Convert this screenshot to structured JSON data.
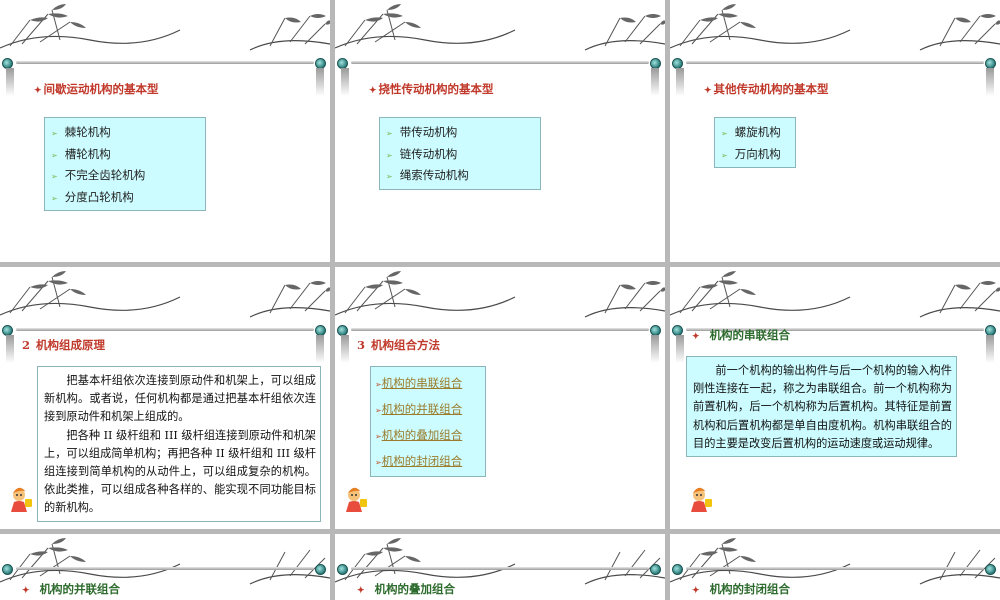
{
  "slides": {
    "s1": {
      "heading": "间歇运动机构的基本型",
      "items": [
        "棘轮机构",
        "槽轮机构",
        "不完全齿轮机构",
        "分度凸轮机构"
      ]
    },
    "s2": {
      "heading": "挠性传动机构的基本型",
      "items": [
        "带传动机构",
        "链传动机构",
        "绳索传动机构"
      ]
    },
    "s3": {
      "heading": "其他传动机构的基本型",
      "items": [
        "螺旋机构",
        "万向机构"
      ]
    },
    "s4": {
      "number": "2",
      "heading": "机构组成原理",
      "paragraphs": [
        "把基本杆组依次连接到原动件和机架上，可以组成新机构。或者说，任何机构都是通过把基本杆组依次连接到原动件和机架上组成的。",
        "把各种 II 级杆组和 III 级杆组连接到原动件和机架上，可以组成简单机构；再把各种 II 级杆组和 III 级杆组连接到简单机构的从动件上，可以组成复杂的机构。依此类推，可以组成各种各样的、能实现不同功能目标的新机构。"
      ]
    },
    "s5": {
      "number": "3",
      "heading": "机构组合方法",
      "links": [
        "机构的串联组合",
        "机构的并联组合",
        "机构的叠加组合",
        "机构的封闭组合"
      ]
    },
    "s6": {
      "heading": "机构的串联组合",
      "paragraphs": [
        "前一个机构的输出构件与后一个机构的输入构件刚性连接在一起，称之为串联组合。前一个机构称为前置机构，后一个机构称为后置机构。其特征是前置机构和后置机构都是单自由度机构。机构串联组合的目的主要是改变后置机构的运动速度或运动规律。"
      ]
    },
    "s7": {
      "heading": "机构的并联组合"
    },
    "s8": {
      "heading": "机构的叠加组合"
    },
    "s9": {
      "heading": "机构的封闭组合"
    }
  },
  "icons": [
    "bamboo-icon",
    "star-bullet-icon",
    "arrow-bullet-icon",
    "cartoon-girl-icon",
    "rod-knob-icon"
  ],
  "colors": {
    "heading_red": "#c0392b",
    "heading_green": "#2e6b2e",
    "box_cyan": "#ccfcff",
    "link_gold": "#9a7c2c",
    "knob_teal": "#2a7a78"
  }
}
